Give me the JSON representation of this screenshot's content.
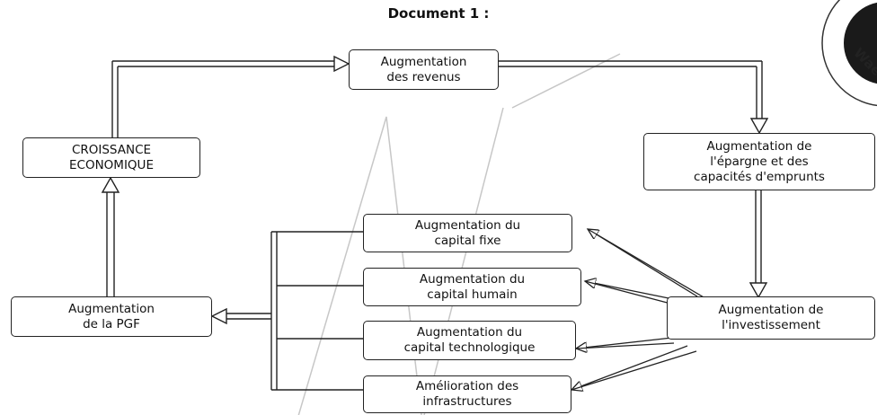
{
  "title": "Document 1 :",
  "boxes": {
    "revenus": "Augmentation\ndes revenus",
    "croissance": "CROISSANCE\nECONOMIQUE",
    "epargne": "Augmentation de\nl'épargne et des\ncapacités d'emprunts",
    "capital_fixe": "Augmentation du\ncapital fixe",
    "capital_humain": "Augmentation du\ncapital humain",
    "capital_techno": "Augmentation du\ncapital technologique",
    "infrastructures": "Amélioration des\ninfrastructures",
    "investissement": "Augmentation de\nl'investissement",
    "pgf": "Augmentation\nde la PGF"
  },
  "colors": {
    "line": "#222222",
    "watermark": "#cccccc"
  }
}
